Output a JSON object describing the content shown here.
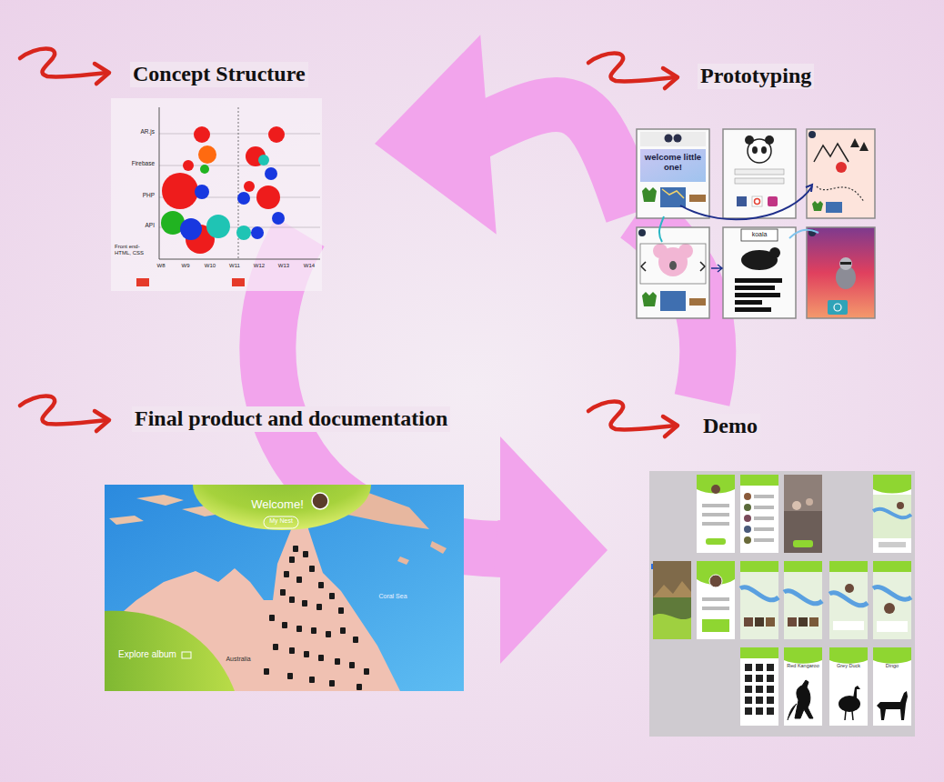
{
  "diagram": {
    "nodes": [
      {
        "text": [
          "Concept Structure"
        ]
      },
      {
        "text": [
          "Prototyping"
        ]
      },
      {
        "text": [
          "Final product and documentation"
        ]
      },
      {
        "text": [
          "Demo"
        ]
      }
    ],
    "edges": [
      {
        "from": 1,
        "to": 0,
        "arrow": "to"
      },
      {
        "from": 2,
        "to": 3,
        "arrow": "to"
      }
    ],
    "labels": [
      "AR.js",
      "Firebase",
      "PHP",
      "API",
      "Front end- HTML, CSS",
      "W8",
      "W9",
      "W10",
      "W11",
      "W12",
      "W13",
      "W14",
      "welcome little one!",
      "koala",
      "Welcome!",
      "My Nest",
      "Explore album",
      "Australia",
      "Coral Sea",
      "Red Kangaroo",
      "Grey Duck",
      "Dingo"
    ]
  }
}
